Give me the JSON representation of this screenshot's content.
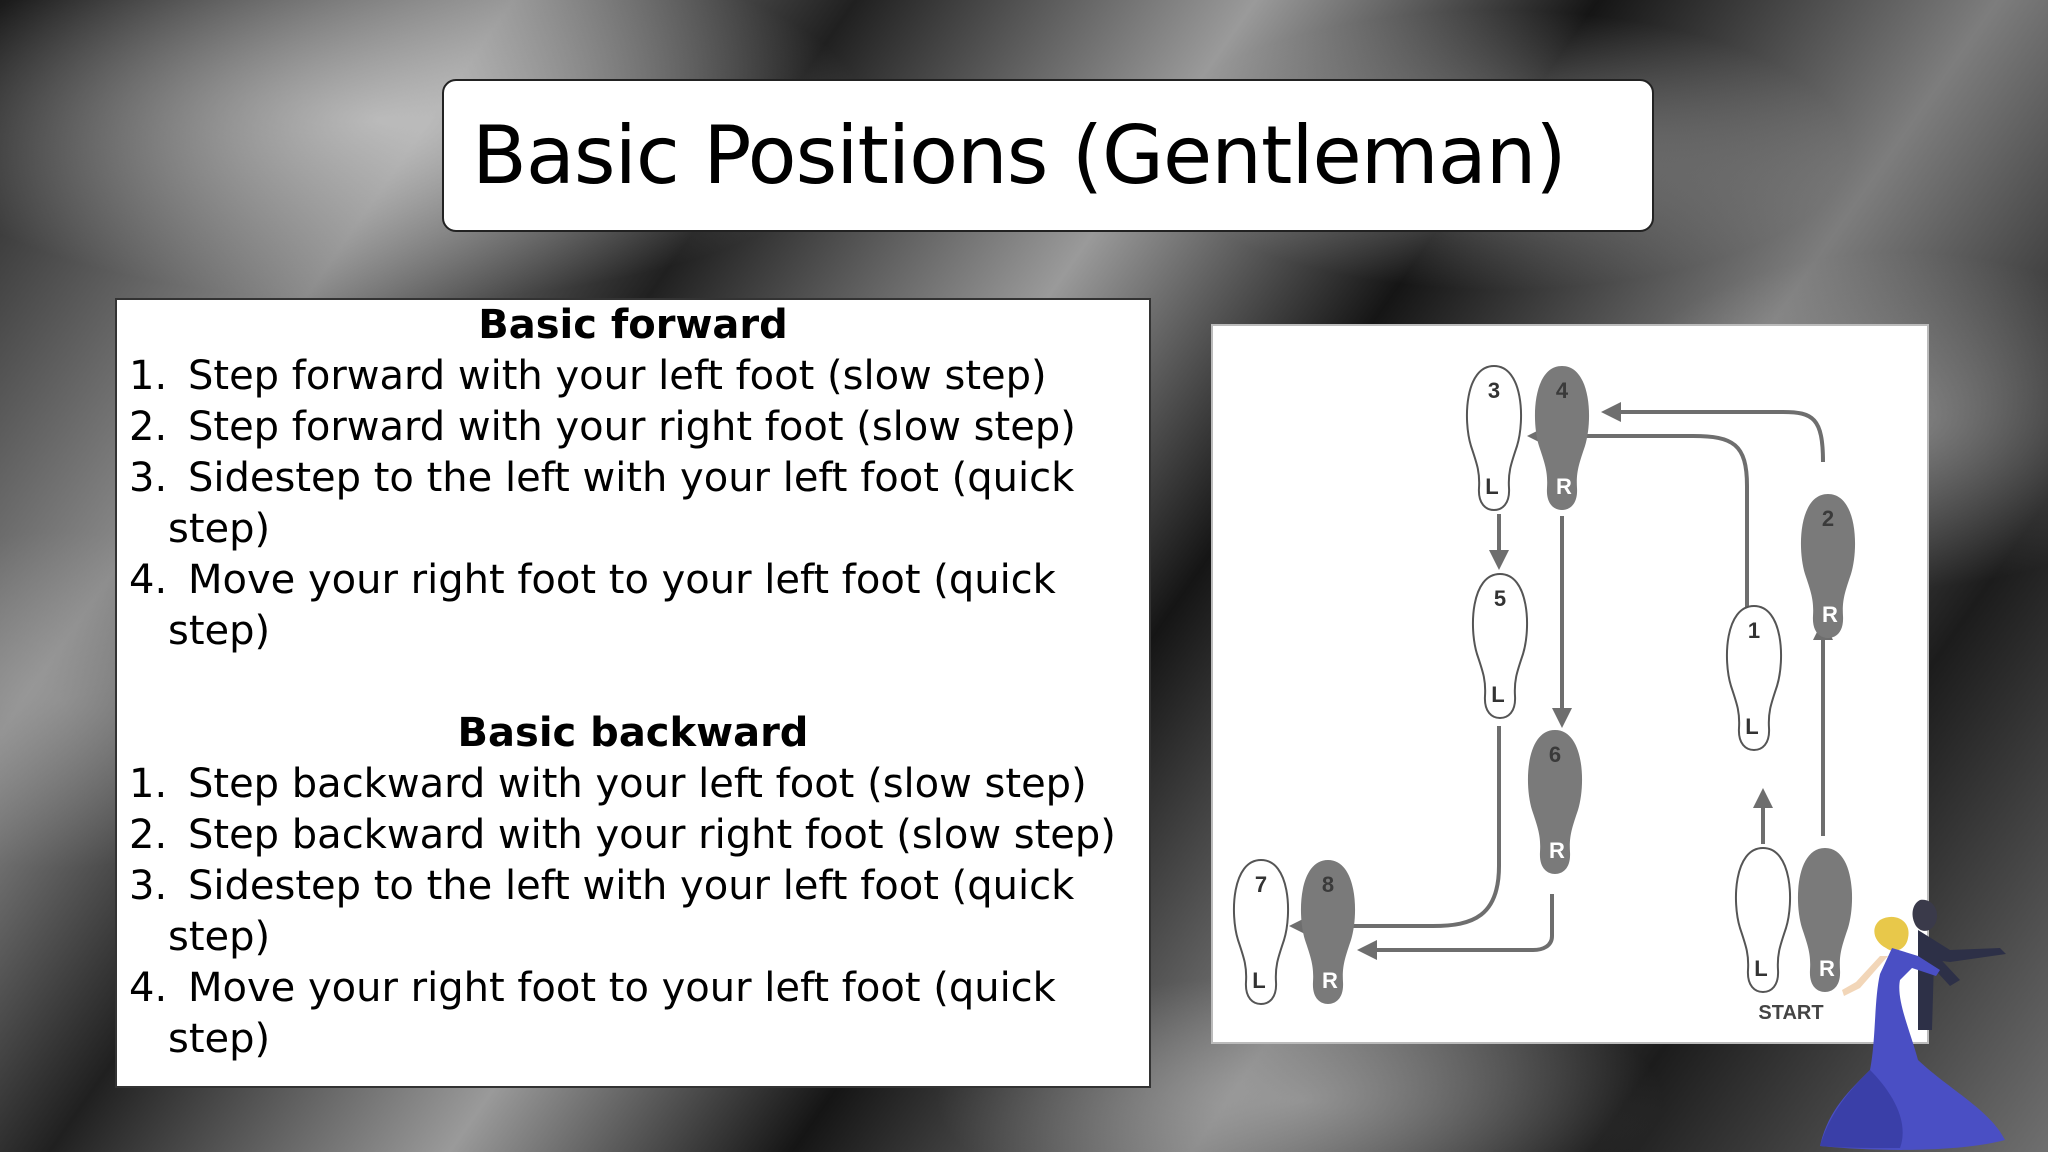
{
  "slide": {
    "title": "Basic Positions (Gentleman)"
  },
  "forward": {
    "heading": "Basic forward",
    "steps": [
      {
        "num": "1.",
        "text": "Step forward with your left foot (slow step)",
        "cont": ""
      },
      {
        "num": "2.",
        "text": "Step forward with your right foot (slow step)",
        "cont": ""
      },
      {
        "num": "3.",
        "text": "Sidestep to the left with your left foot (quick",
        "cont": "step)"
      },
      {
        "num": "4.",
        "text": "Move your right foot to your left foot (quick",
        "cont": "step)"
      }
    ]
  },
  "backward": {
    "heading": "Basic backward",
    "steps": [
      {
        "num": "1.",
        "text": "Step backward with your left foot (slow step)",
        "cont": ""
      },
      {
        "num": "2.",
        "text": "Step backward with your right foot (slow step)",
        "cont": ""
      },
      {
        "num": "3.",
        "text": "Sidestep to the left with your left foot (quick",
        "cont": "step)"
      },
      {
        "num": "4.",
        "text": "Move your right foot to your left foot (quick",
        "cont": "step)"
      }
    ]
  },
  "diagram": {
    "start_label": "START",
    "footprints": [
      {
        "number": "1",
        "side": "L",
        "fill": "outline"
      },
      {
        "number": "2",
        "side": "R",
        "fill": "solid"
      },
      {
        "number": "3",
        "side": "L",
        "fill": "outline"
      },
      {
        "number": "4",
        "side": "R",
        "fill": "solid"
      },
      {
        "number": "5",
        "side": "L",
        "fill": "outline"
      },
      {
        "number": "6",
        "side": "R",
        "fill": "solid"
      },
      {
        "number": "7",
        "side": "L",
        "fill": "outline"
      },
      {
        "number": "8",
        "side": "R",
        "fill": "solid"
      },
      {
        "number": "",
        "side": "L",
        "fill": "outline"
      },
      {
        "number": "",
        "side": "R",
        "fill": "solid"
      }
    ],
    "colors": {
      "solid_foot": "#7a7a7a",
      "outline_foot": "#ffffff",
      "arrow": "#6e6e6e"
    }
  },
  "decoration": {
    "dancers_colors": {
      "dress": "#4a4fc4",
      "hair": "#e8c84a"
    }
  }
}
